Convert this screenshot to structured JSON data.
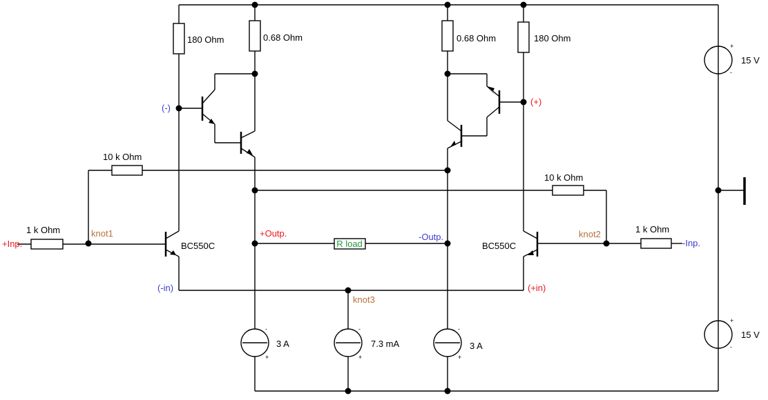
{
  "resistors": {
    "r_180_left": "180  Ohm",
    "r_068_left": "0.68  Ohm",
    "r_068_right": "0.68  Ohm",
    "r_180_right": "180  Ohm",
    "r_10k_left": "10 k Ohm",
    "r_10k_right": "10 k Ohm",
    "r_1k_left": "1 k Ohm",
    "r_1k_right": "1 k Ohm",
    "r_load": "R load"
  },
  "transistors": {
    "q_left": "BC550C",
    "q_right": "BC550C"
  },
  "sources": {
    "i_left": "3 A",
    "i_mid": "7.3 mA",
    "i_right": "3 A",
    "v_top": "15 V",
    "v_bottom": "15 V",
    "plus": "+",
    "minus": "-"
  },
  "nodes": {
    "minus": "(-)",
    "plus": "(+)",
    "knot1": "knot1",
    "knot2": "knot2",
    "knot3": "knot3",
    "in_minus": "(-in)",
    "in_plus": "(+in)",
    "outp_plus": "+Outp.",
    "outp_minus": "-Outp.",
    "inp_plus": "+Inp.",
    "inp_minus": "-Inp."
  },
  "colors": {
    "red": "#e8171c",
    "blue": "#3c3ccf",
    "brown": "#b8703c",
    "green": "#1f9a3a",
    "wire": "#000000"
  }
}
